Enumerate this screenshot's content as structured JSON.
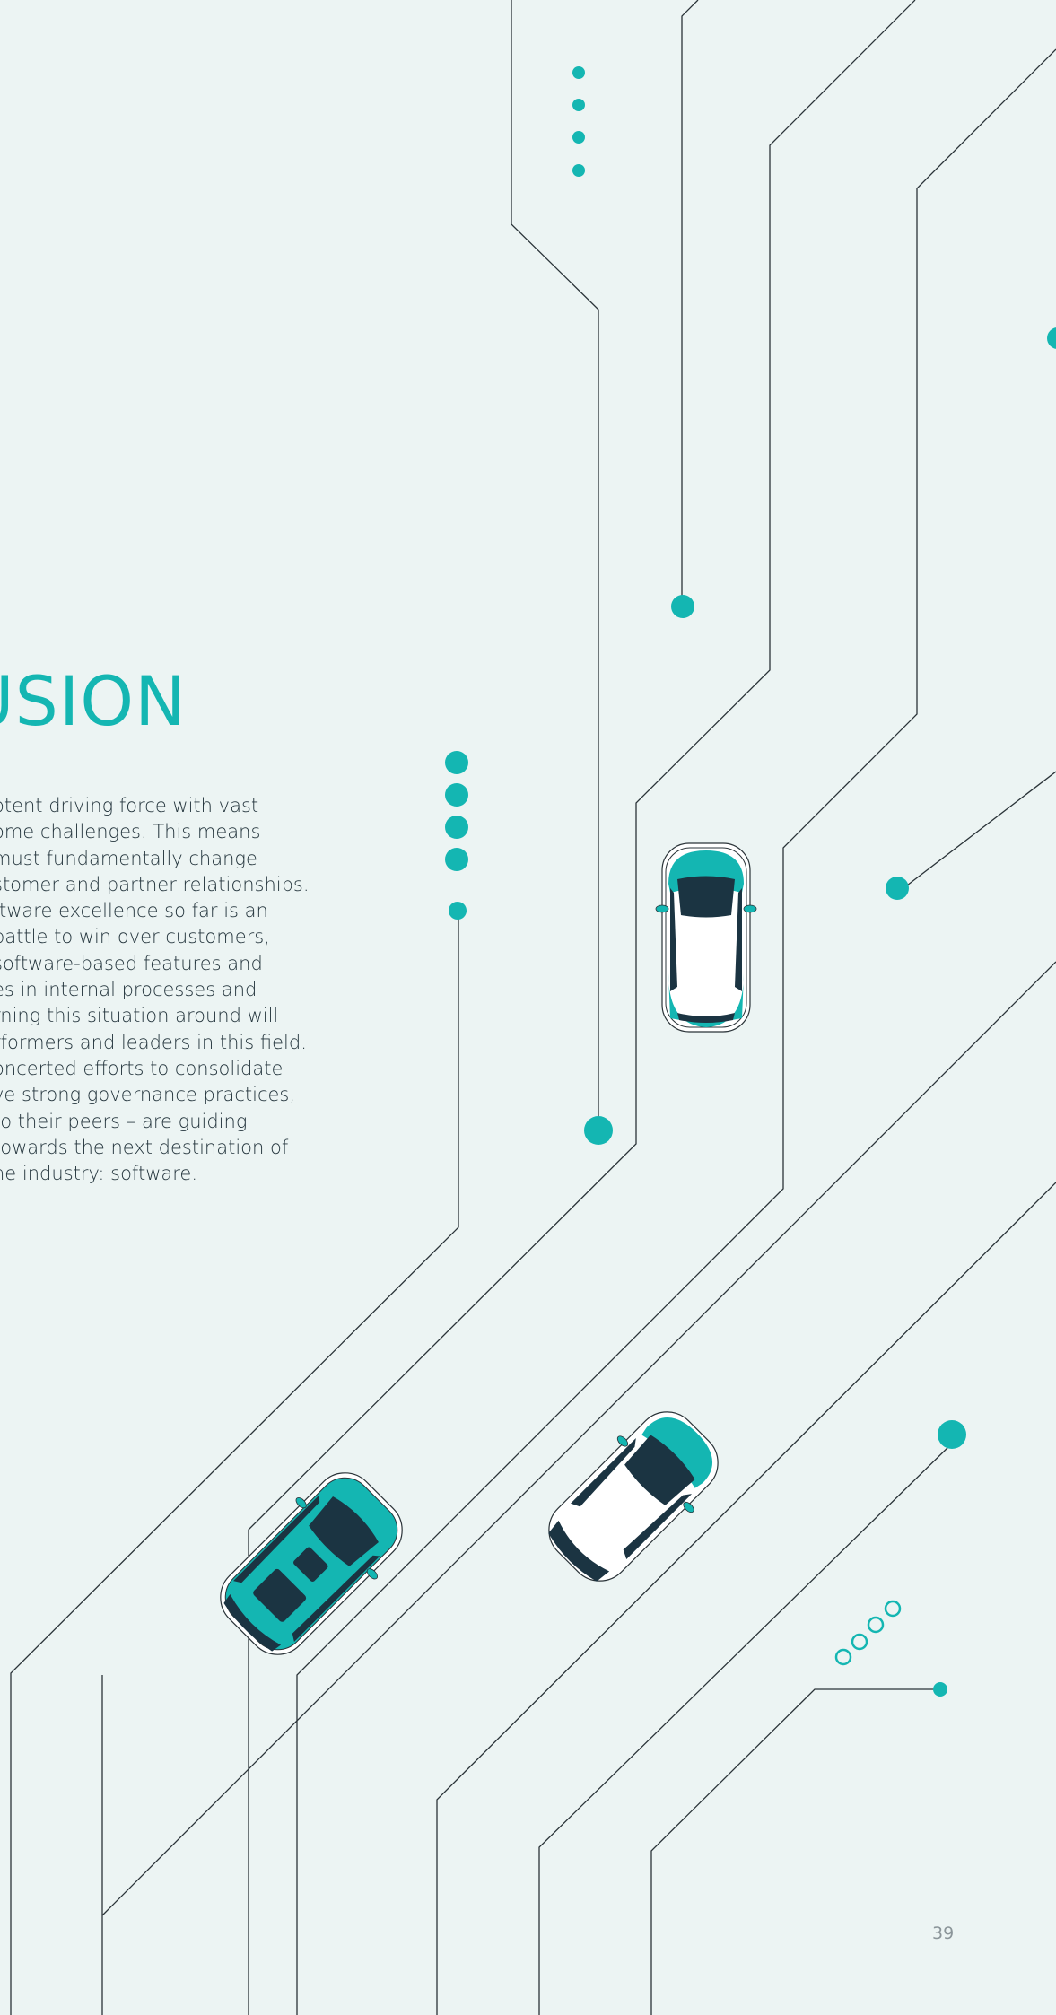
{
  "page": {
    "title": "USION",
    "body_lines": [
      "otent driving force with vast",
      "ome challenges. This means",
      "must fundamentally change",
      "stomer and partner relationships.",
      "ftware excellence so far is an",
      "battle to win over customers,",
      "software-based features and",
      "es in internal processes and",
      "rning this situation around will",
      "rformers and leaders in this field.",
      "oncerted efforts to consolidate",
      "ve strong governance practices,",
      "to their peers – are guiding",
      "towards the next destination of",
      "he industry: software."
    ],
    "page_number": "39"
  },
  "colors": {
    "background": "#ecf4f3",
    "accent": "#14b6b2",
    "dark": "#1b3442",
    "line": "#2a3338"
  },
  "illustration": {
    "icons": [
      "circuit-lines",
      "car-top-view-icon"
    ]
  }
}
